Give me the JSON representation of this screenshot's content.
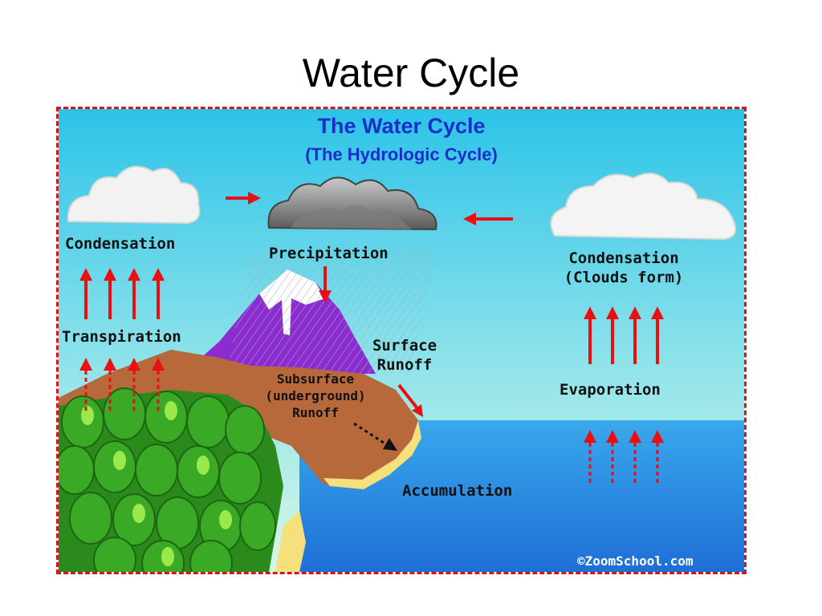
{
  "slide_title": "Water Cycle",
  "diagram": {
    "title": "The Water Cycle",
    "subtitle": "(The Hydrologic Cycle)",
    "labels": {
      "condensation_left": "Condensation",
      "transpiration": "Transpiration",
      "precipitation": "Precipitation",
      "condensation_right_1": "Condensation",
      "condensation_right_2": "(Clouds form)",
      "surface_runoff_1": "Surface",
      "surface_runoff_2": "Runoff",
      "subsurface_1": "Subsurface",
      "subsurface_2": "(underground)",
      "subsurface_3": "Runoff",
      "evaporation": "Evaporation",
      "accumulation": "Accumulation"
    },
    "credit": "©ZoomSchool.com",
    "colors": {
      "title": "#1a2fc9",
      "arrow": "#e81010",
      "border": "#d01818",
      "sky_top": "#2fc4e6",
      "sky_bottom": "#c9f3ee",
      "sea": "#2a8fe0",
      "mountain": "#8a2ad0",
      "land": "#b86a3c",
      "forest": "#2e9a1e"
    }
  }
}
